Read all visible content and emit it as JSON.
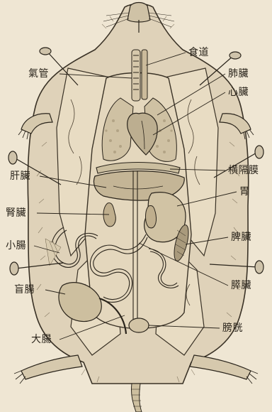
{
  "labels": {
    "esophagus": "食道",
    "trachea": "氣管",
    "lung": "肺臟",
    "heart": "心臟",
    "diaphragm": "横隔膜",
    "liver": "肝臟",
    "stomach": "胃",
    "kidney": "腎臟",
    "spleen": "脾臟",
    "small_intestine": "小腸",
    "pancreas": "膵臟",
    "cecum": "盲腸",
    "bladder": "膀胱",
    "large_intestine": "大腸"
  },
  "colors": {
    "paper": "#efe6d3",
    "ink": "#2a241b",
    "tissue": "#d9cdb4"
  }
}
